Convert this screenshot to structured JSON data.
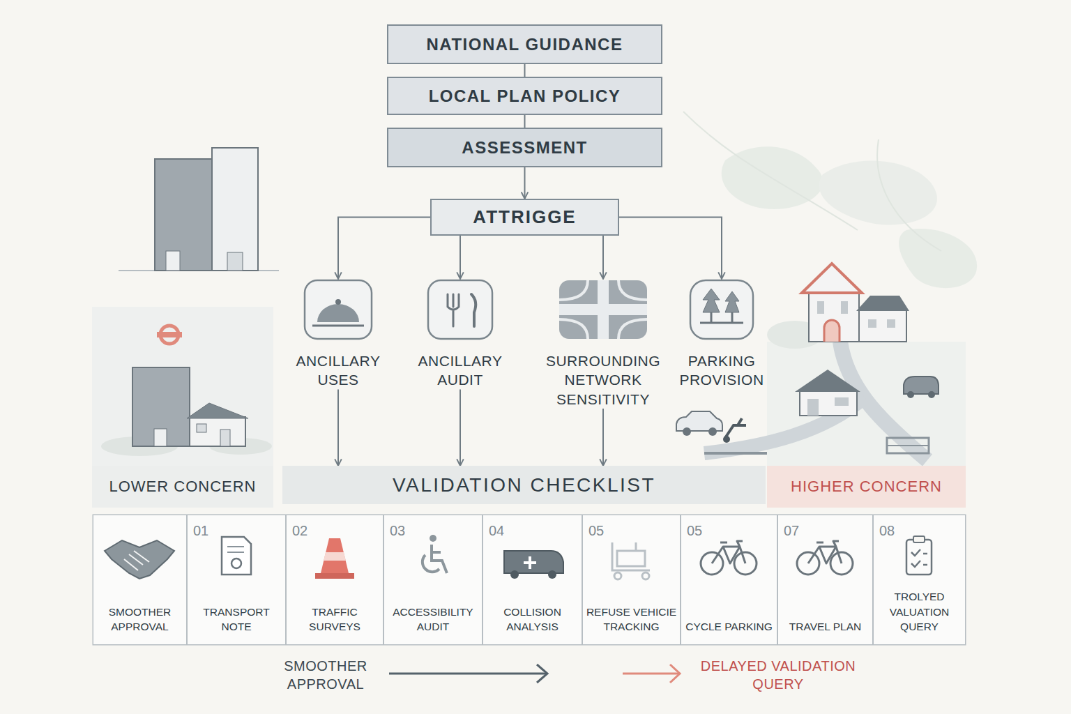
{
  "diagram": {
    "nodes": [
      {
        "text": [
          "NATIONAL GUIDANCE"
        ]
      },
      {
        "text": [
          "LOCAL PLAN POLICY"
        ]
      },
      {
        "text": [
          "ASSESSMENT"
        ]
      },
      {
        "text": [
          "ATTRIGGE"
        ]
      },
      {
        "text": [
          "ANCILLARY USES"
        ]
      },
      {
        "text": [
          "ANCILLARY AUDIT"
        ]
      },
      {
        "text": [
          "SURROUNDING NETWORK SENSITIVITY"
        ]
      },
      {
        "text": [
          "PARKING PROVISION"
        ]
      },
      {
        "text": [
          "LOWER CONCERN"
        ]
      },
      {
        "text": [
          "VALIDATION CHECKLIST"
        ]
      },
      {
        "text": [
          "HIGHER CONCERN"
        ]
      },
      {
        "text": [
          "SMOOTHER APPROVAL"
        ]
      },
      {
        "text": [
          "01",
          "TRANSPORT NOTE"
        ]
      },
      {
        "text": [
          "02",
          "TRAFFIC SURVEYS"
        ]
      },
      {
        "text": [
          "03",
          "ACCESSIBILITY AUDIT"
        ]
      },
      {
        "text": [
          "04",
          "COLLISION ANALYSIS"
        ]
      },
      {
        "text": [
          "05",
          "REFUSE VEHICIE TRACKING"
        ]
      },
      {
        "text": [
          "05",
          "CYCLE PARKING"
        ]
      },
      {
        "text": [
          "07",
          "TRAVEL PLAN"
        ]
      },
      {
        "text": [
          "08",
          "TROLYED VALUATION QUERY"
        ]
      }
    ],
    "edges": [
      {
        "from": 0,
        "to": 1,
        "arrow": "none"
      },
      {
        "from": 1,
        "to": 2,
        "arrow": "none"
      },
      {
        "from": 2,
        "to": 3,
        "arrow": "to"
      },
      {
        "from": 3,
        "to": 4,
        "arrow": "to"
      },
      {
        "from": 3,
        "to": 5,
        "arrow": "to"
      },
      {
        "from": 3,
        "to": 6,
        "arrow": "to"
      },
      {
        "from": 3,
        "to": 7,
        "arrow": "to"
      },
      {
        "from": 4,
        "to": 9,
        "arrow": "to"
      },
      {
        "from": 5,
        "to": 9,
        "arrow": "to"
      },
      {
        "from": 6,
        "to": 9,
        "arrow": "to"
      }
    ],
    "labels": [
      "SMOOTHER APPROVAL",
      "DELAYED VALIDATION QUERY"
    ]
  }
}
